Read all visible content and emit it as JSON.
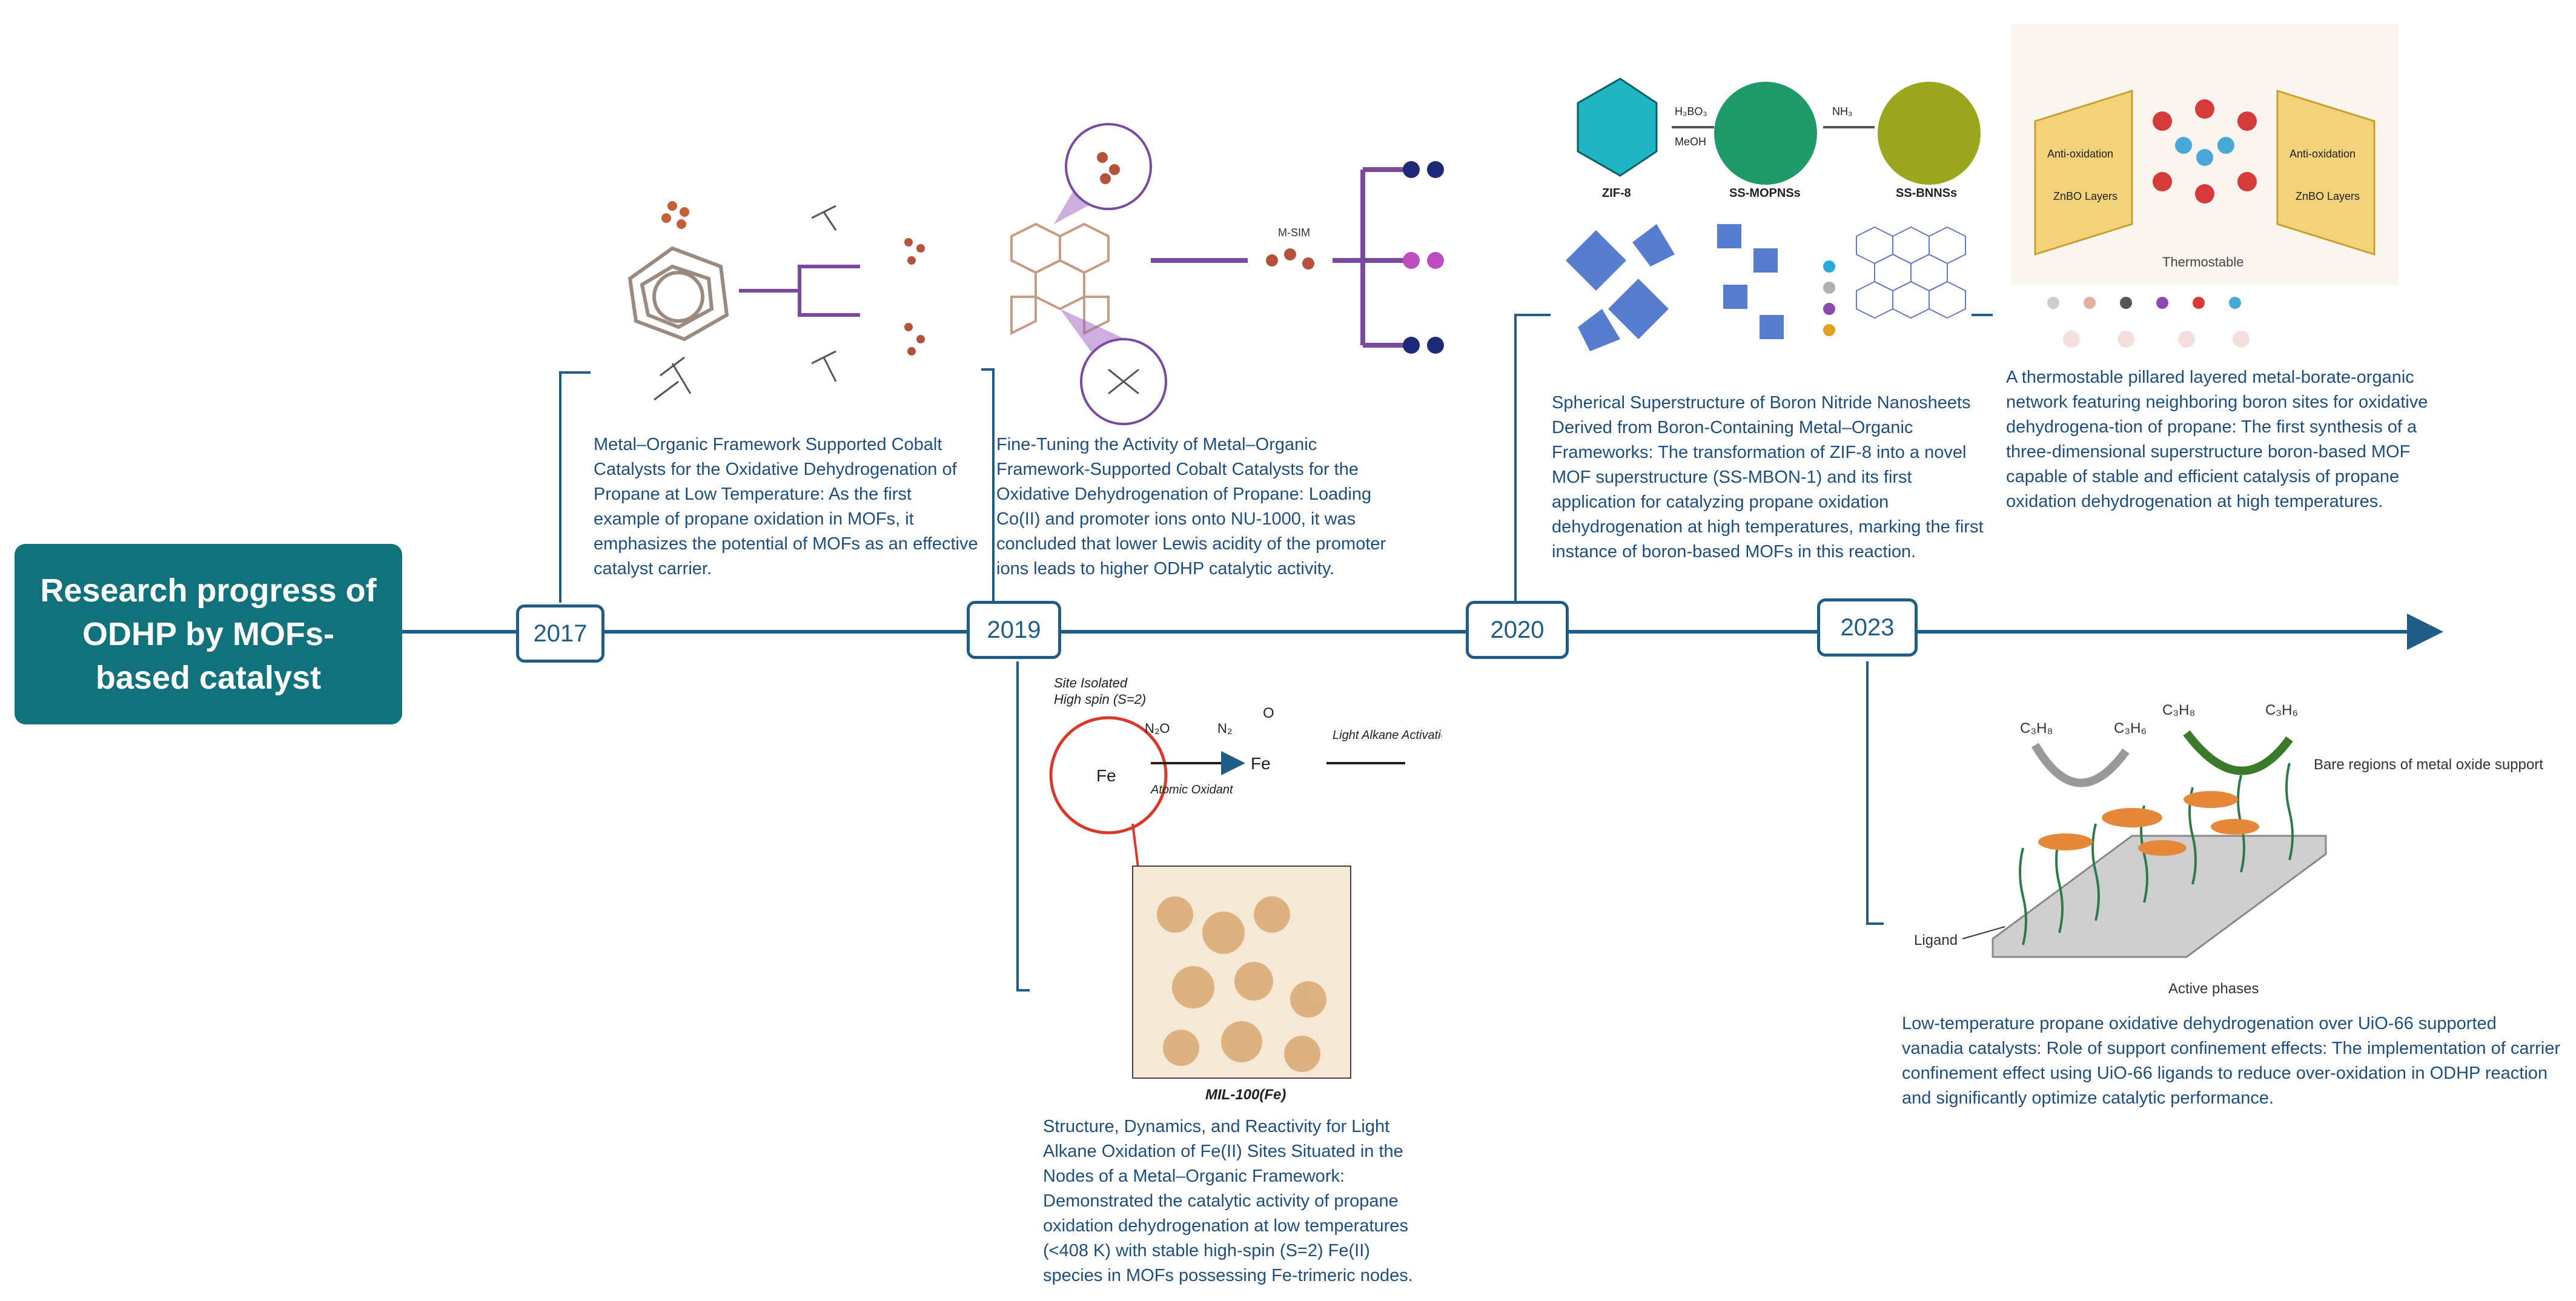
{
  "title": "Research progress of ODHP by MOFs-based catalyst",
  "colors": {
    "accent": "#12727c",
    "line": "#1f5d86",
    "text": "#1f4e7d"
  },
  "years": [
    "2017",
    "2019",
    "2020",
    "2023"
  ],
  "entries": [
    {
      "year": "2017",
      "text": "Metal–Organic Framework Supported Cobalt Catalysts for the Oxidative Dehydrogenation of Propane at Low Temperature: As the first example of propane oxidation in MOFs, it emphasizes the potential of MOFs as an effective catalyst carrier."
    },
    {
      "year": "2019",
      "text": "Fine-Tuning the Activity of Metal–Organic Framework-Supported Cobalt Catalysts for the Oxidative Dehydrogenation of Propane: Loading Co(II) and promoter ions onto NU-1000, it was concluded that lower Lewis acidity of the promoter ions leads to higher ODHP catalytic activity."
    },
    {
      "year": "2019",
      "text": "Structure, Dynamics, and Reactivity for Light Alkane Oxidation of Fe(II) Sites Situated in the Nodes of a Metal–Organic Framework: Demonstrated the catalytic activity of propane oxidation  dehydrogenation at low temperatures (<408 K) with stable high-spin (S=2) Fe(II) species in MOFs possessing Fe-trimeric nodes."
    },
    {
      "year": "2020",
      "text": "Spherical Superstructure of Boron Nitride Nanosheets Derived from Boron-Containing Metal–Organic Frameworks: The transformation of ZIF-8 into a novel MOF superstructure (SS-MBON-1) and its first application for catalyzing propane oxidation dehydrogenation at high temperatures, marking the first instance of boron-based MOFs in this reaction."
    },
    {
      "year": "2023",
      "text": "A thermostable pillared layered metal-borate-organic network featuring neighboring boron sites for oxidative dehydrogena-tion of propane: The first synthesis of a three-dimensional superstructure boron-based MOF capable of stable and efficient catalysis of propane oxidation dehydrogenation at high temperatures."
    },
    {
      "year": "2023",
      "text": "Low-temperature propane oxidative dehydrogenation over UiO-66 supported vanadia catalysts: Role of support confinement effects: The implementation of carrier confinement effect using UiO-66 ligands to reduce over-oxidation in ODHP reaction and significantly optimize catalytic performance."
    }
  ],
  "figure_labels": {
    "fe_top": "Site Isolated",
    "fe_top2": "High spin (S=2)",
    "n2o": "N₂O",
    "n2": "N₂",
    "atomic_oxidant": "Atomic Oxidant",
    "light_alkane": "Light Alkane Activation",
    "mil": "MIL-100(Fe)",
    "zif8": "ZIF-8",
    "ss_mopnss": "SS-MOPNSs",
    "ss_bnnss": "SS-BNNSs",
    "h3bo3": "H₃BO₃",
    "meoh": "MeOH",
    "nh3": "NH₃",
    "thermostable": "Thermostable",
    "bare_regions": "Bare regions of metal oxide support",
    "ligand": "Ligand",
    "active_phases": "Active phases",
    "c3h8": "C₃H₈",
    "c3h6": "C₃H₆",
    "msiu": "M-SIM",
    "anti_ox": "Anti-oxidation",
    "zn_layer": "ZnBO Layers"
  }
}
